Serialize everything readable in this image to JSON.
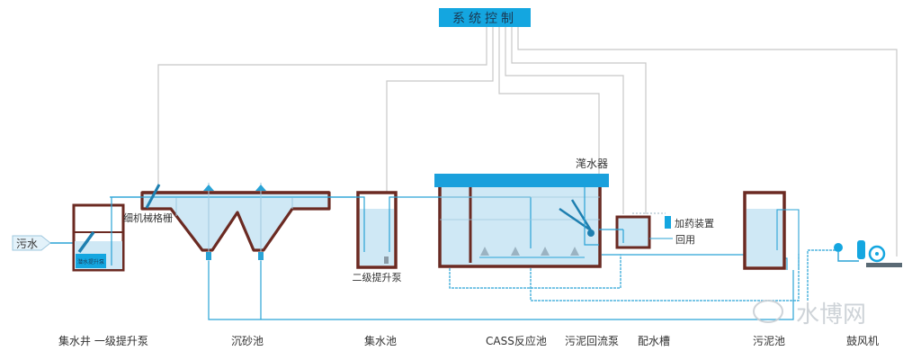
{
  "title": "系统控制",
  "colors": {
    "control_box": "#14a6e0",
    "tank_wall": "#6b2a22",
    "water": "#cfe8f5",
    "pipe": "#2aa3d6",
    "signal_line": "#c8c8c8",
    "roof": "#1aa0dc"
  },
  "inlet_label": "污水",
  "equipment_labels": {
    "fine_screen": "细机械格栅",
    "secondary_pump": "二级提升泵",
    "decanter": "滗水器",
    "dosing": "加药装置",
    "reuse": "回用",
    "submersible_pump_box": "潜水提升泵"
  },
  "process_labels": [
    "集水井 一级提升泵",
    "沉砂池",
    "集水池",
    "CASS反应池",
    "污泥回流泵",
    "配水槽",
    "污泥池",
    "鼓风机"
  ],
  "watermark": "水博网"
}
